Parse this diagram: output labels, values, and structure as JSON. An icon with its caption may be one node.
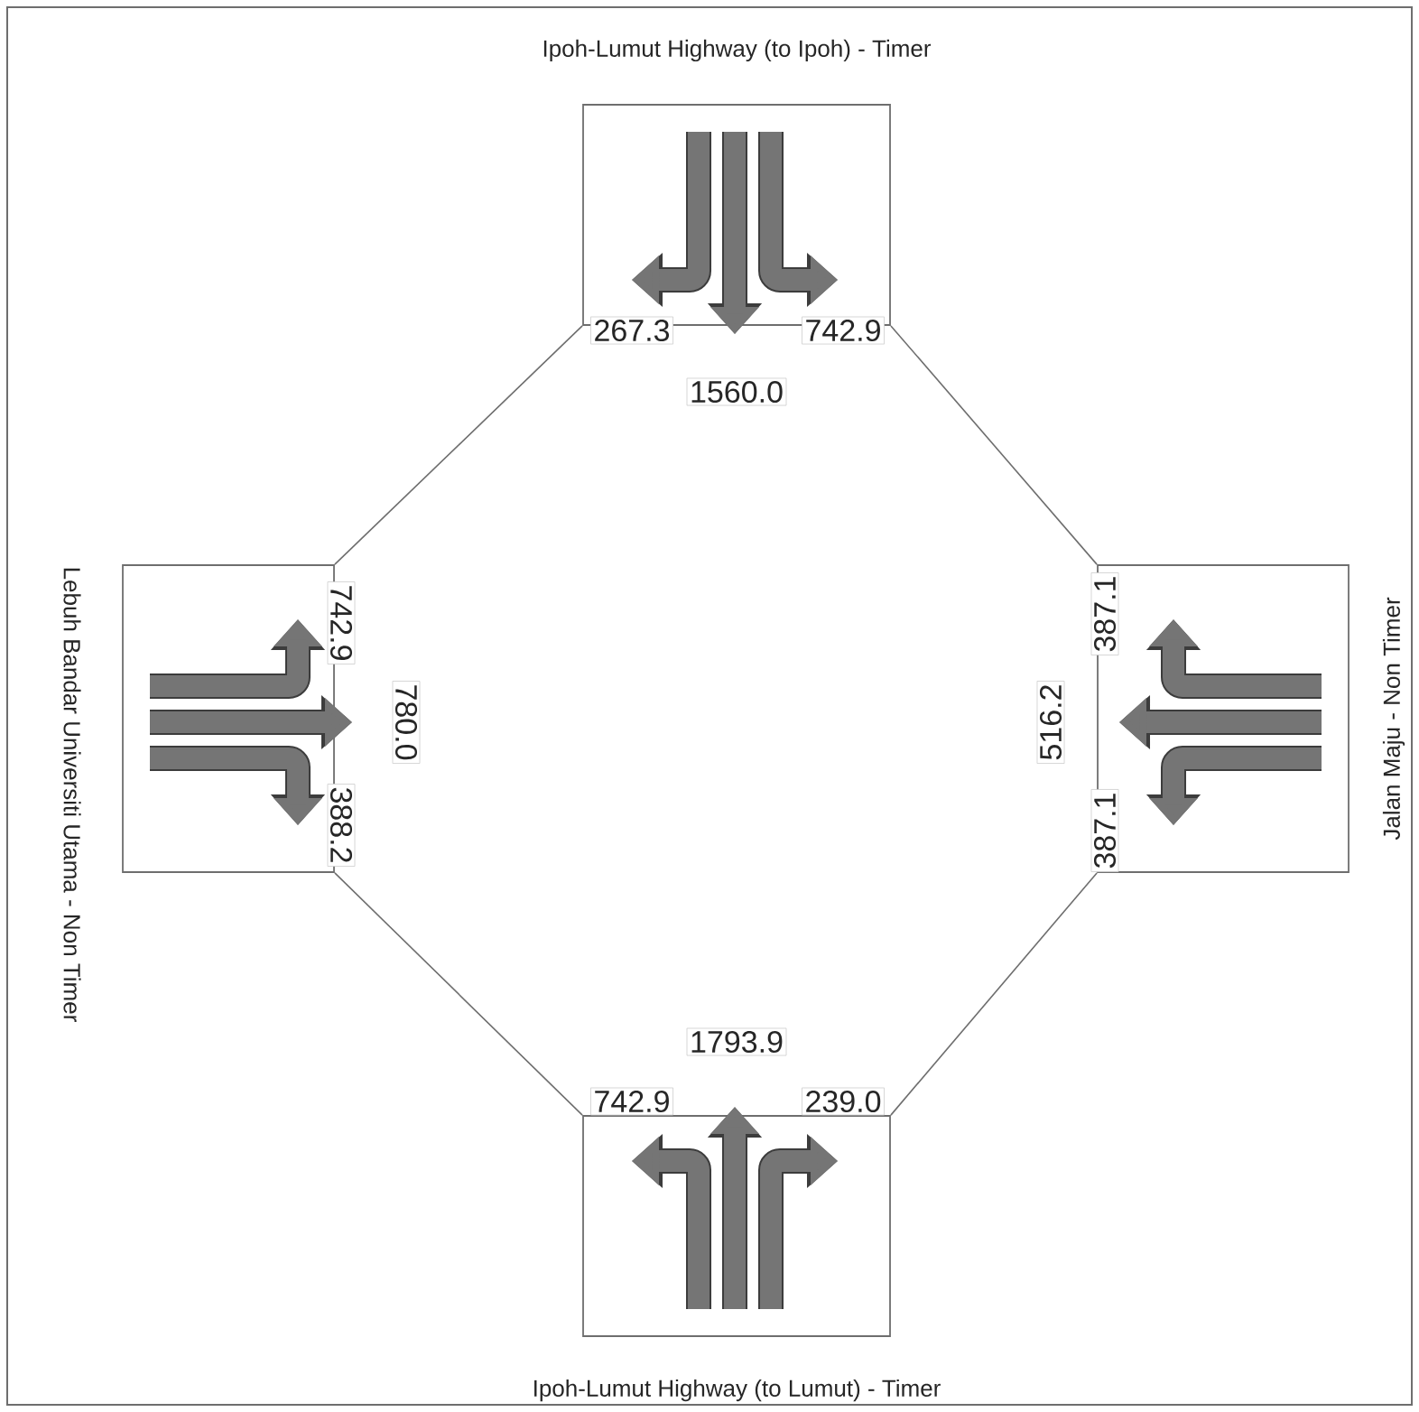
{
  "diagram": {
    "nodes": [
      {
        "text": [],
        "shape": "box",
        "beside": [
          "Ipoh-Lumut Highway (to Ipoh) - Timer"
        ]
      },
      {
        "text": [],
        "shape": "box",
        "beside": [
          "Lebuh Bandar Universiti Utama - Non Timer"
        ]
      },
      {
        "text": [],
        "shape": "box",
        "beside": [
          "Jalan Maju - Non Timer"
        ]
      },
      {
        "text": [],
        "shape": "box",
        "beside": [
          "Ipoh-Lumut Highway (to Lumut) - Timer"
        ]
      }
    ],
    "edges": [
      {
        "from": 0,
        "to": 1,
        "arrow": "none"
      },
      {
        "from": 0,
        "to": 2,
        "arrow": "none"
      },
      {
        "from": 1,
        "to": 3,
        "arrow": "none"
      },
      {
        "from": 2,
        "to": 3,
        "arrow": "none"
      }
    ],
    "labels": [
      "267.3",
      "742.9",
      "1560.0",
      "742.9",
      "387.1",
      "780.0",
      "516.2",
      "388.2",
      "387.1",
      "1793.9",
      "742.9",
      "239.0"
    ]
  }
}
